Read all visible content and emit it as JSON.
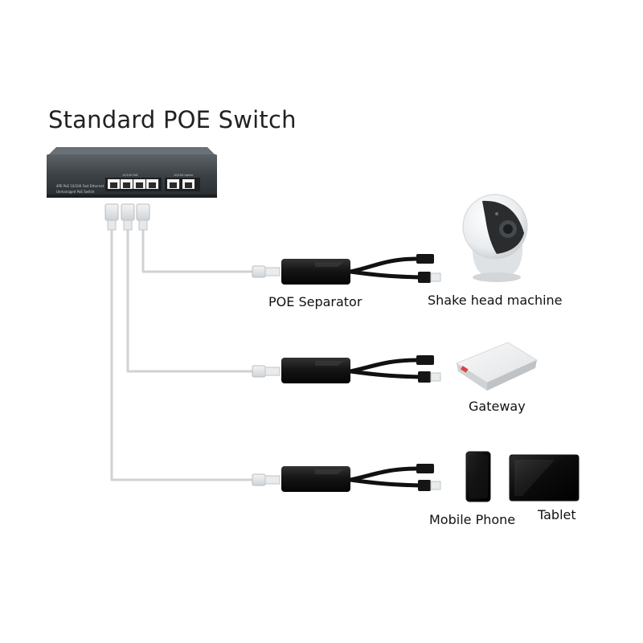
{
  "title": "Standard POE Switch",
  "switch": {
    "panel_line1": "4PE PoE 10/100 Fast Ethernet",
    "panel_line2": "Unmanaged PoE Switch",
    "poe_label": "10/100 PoE",
    "uplink_label": "10/100 Uplink"
  },
  "labels": {
    "separator": "POE Separator",
    "camera": "Shake head machine",
    "gateway": "Gateway",
    "phone": "Mobile Phone",
    "tablet": "Tablet"
  },
  "colors": {
    "cable": "#cfd2d4",
    "switch_body": "#3d4347",
    "separator_body": "#151515"
  }
}
